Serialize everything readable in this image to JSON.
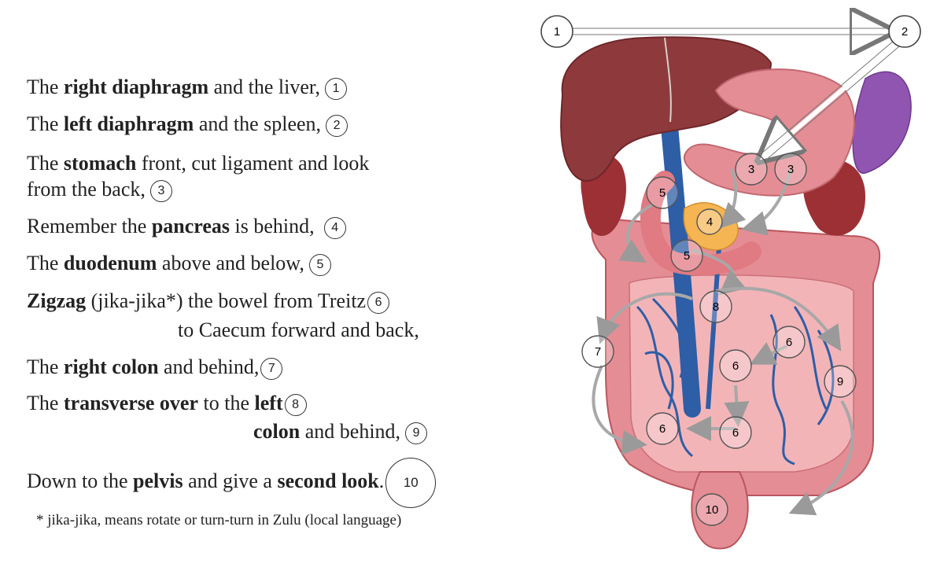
{
  "lines": {
    "l1": {
      "pre": "The ",
      "bold": "right diaphragm",
      "post": " and the liver,",
      "num": "1"
    },
    "l2": {
      "pre": "The ",
      "bold": "left diaphragm",
      "post": " and the spleen,",
      "num": "2"
    },
    "l3": {
      "pre": "The ",
      "bold": "stomach",
      "post": " front, cut ligament and look",
      "cont": "from the back,",
      "num": "3"
    },
    "l4": {
      "pre": "Remember the ",
      "bold": "pancreas",
      "post": " is behind,",
      "num": "4"
    },
    "l5": {
      "pre": "The ",
      "bold": "duodenum",
      "post": " above and below,",
      "num": "5"
    },
    "l6": {
      "bold": "Zigzag",
      "post": " (jika-jika*) the bowel from Treitz",
      "cont": "to Caecum forward and back,",
      "num": "6"
    },
    "l7": {
      "pre": "The ",
      "bold": "right colon",
      "post": " and behind,",
      "num": "7"
    },
    "l8": {
      "pre": "The ",
      "bold": "transverse over",
      "post": " to the ",
      "bold2": "left",
      "num": "8"
    },
    "l9": {
      "bold": "colon",
      "post": " and behind,",
      "num": "9"
    },
    "l10": {
      "pre": "Down to the ",
      "bold": "pelvis",
      "post": " and give a ",
      "bold2": "second look",
      "post2": ".",
      "num": "10"
    }
  },
  "footnote": "* jika-jika, means rotate or turn-turn in Zulu (local language)",
  "figure_markers": {
    "m1": "1",
    "m2": "2",
    "m3a": "3",
    "m3b": "3",
    "m4": "4",
    "m5a": "5",
    "m5b": "5",
    "m6a": "6",
    "m6b": "6",
    "m6c": "6",
    "m6d": "6",
    "m7": "7",
    "m8": "8",
    "m9": "9",
    "m10": "10"
  },
  "colors": {
    "liver": "#8e3a3c",
    "stomach": "#e58d94",
    "spleen": "#8f55b0",
    "bowel": "#e77f86",
    "vessels": "#2d5ea6",
    "pancreas": "#f4b552",
    "marker": "#444444",
    "arrow": "#bdbdbd"
  }
}
